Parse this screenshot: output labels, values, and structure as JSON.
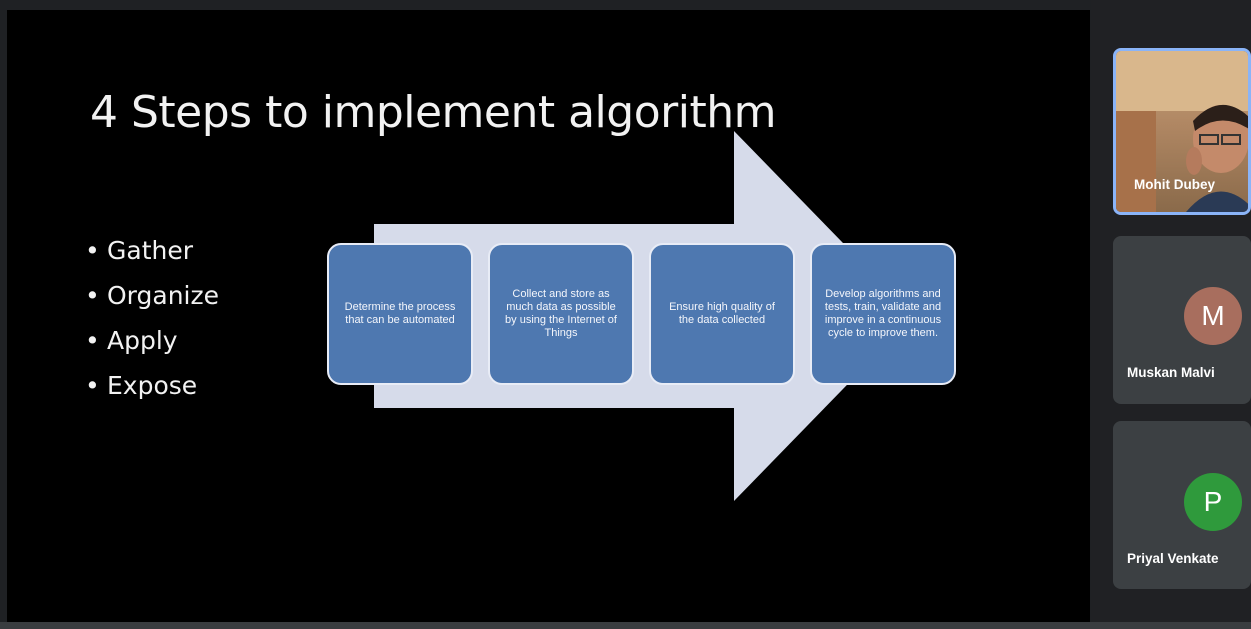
{
  "slide": {
    "title": "4 Steps to implement algorithm",
    "bullets": [
      "Gather",
      "Organize",
      "Apply",
      "Expose"
    ],
    "bullet_glyph": "•",
    "steps": [
      "Determine the process that can be automated",
      "Collect and store as much data as possible by using the Internet of Things",
      "Ensure high quality of the data collected",
      "Develop algorithms and tests, train, validate and improve in a continuous cycle to improve them."
    ],
    "colors": {
      "background": "#000000",
      "arrow": "#d6dbea",
      "step_box": "#4e78b0",
      "step_border": "#e8ecf6"
    }
  },
  "participants": [
    {
      "name": "Mohit Dubey",
      "video": true,
      "active_speaker": true
    },
    {
      "name": "Muskan Malvi",
      "initial": "M",
      "avatar_color": "#a86e5e"
    },
    {
      "name": "Priyal Venkate",
      "initial": "P",
      "avatar_color": "#2f9a3c"
    }
  ]
}
